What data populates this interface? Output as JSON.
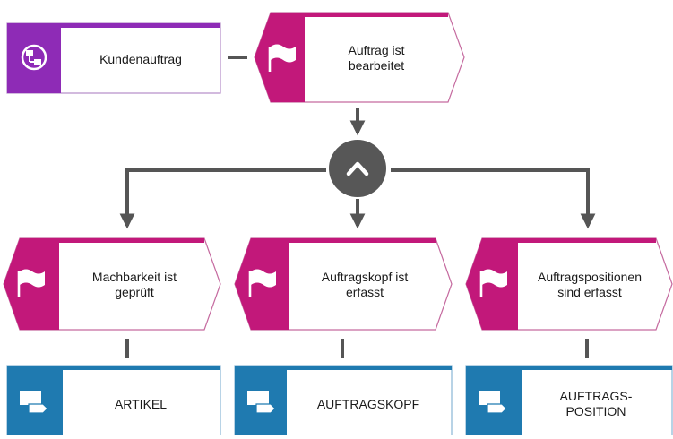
{
  "colors": {
    "event": "#c2187a",
    "org_unit": "#8e2bb6",
    "entity": "#1f7ab0",
    "connector": "#555555",
    "operator": "#555555"
  },
  "org_unit": {
    "label": "Kundenauftrag",
    "icon": "org-unit-icon"
  },
  "event_top": {
    "label": "Auftrag ist\nbearbeitet",
    "icon": "flag-icon"
  },
  "operator": {
    "type": "AND",
    "icon": "caret-up-icon"
  },
  "events": [
    {
      "label": "Machbarkeit ist\ngeprüft",
      "icon": "flag-icon"
    },
    {
      "label": "Auftragskopf ist\nerfasst",
      "icon": "flag-icon"
    },
    {
      "label": "Auftragspositionen\nsind erfasst",
      "icon": "flag-icon"
    }
  ],
  "entities": [
    {
      "label": "ARTIKEL",
      "icon": "entity-tag-icon"
    },
    {
      "label": "AUFTRAGSKOPF",
      "icon": "entity-tag-icon"
    },
    {
      "label": "AUFTRAGS-\nPOSITION",
      "icon": "entity-tag-icon"
    }
  ]
}
